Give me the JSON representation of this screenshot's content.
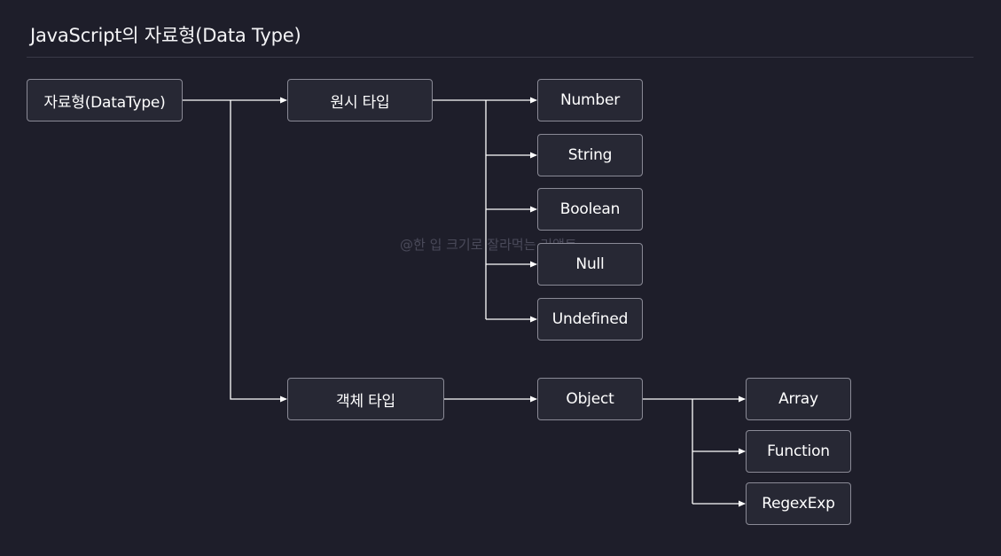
{
  "header": {
    "title": "JavaScript의 자료형(Data Type)"
  },
  "watermark": "@한 입 크기로 잘라먹는 리액트",
  "diagram": {
    "root": "자료형(DataType)",
    "primitive": "원시 타입",
    "object_type": "객체 타입",
    "primitives": [
      "Number",
      "String",
      "Boolean",
      "Null",
      "Undefined"
    ],
    "object": "Object",
    "objects": [
      "Array",
      "Function",
      "RegexExp"
    ]
  },
  "colors": {
    "background": "#1e1e2a",
    "node_fill": "#272834",
    "node_border": "#8a8a96",
    "edge": "#ffffff"
  }
}
